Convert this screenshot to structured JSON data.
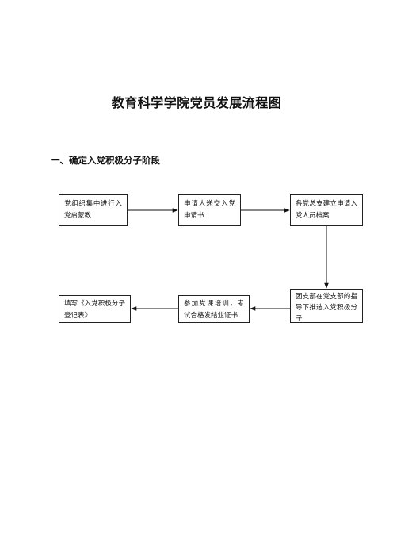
{
  "title": "教育科学学院党员发展流程图",
  "section_heading": "一、确定入党积极分子阶段",
  "steps": [
    {
      "text": "党组织集中进行入党启蒙教"
    },
    {
      "text": "申请人递交入党申请书"
    },
    {
      "text": "各党总支建立申请入党人员档案"
    },
    {
      "text": "团支部在党支部的指导下推选入党积极分子"
    },
    {
      "text": "参加党课培训，考试合格发结业证书"
    },
    {
      "text": "填写《入党积极分子登记表》"
    }
  ]
}
